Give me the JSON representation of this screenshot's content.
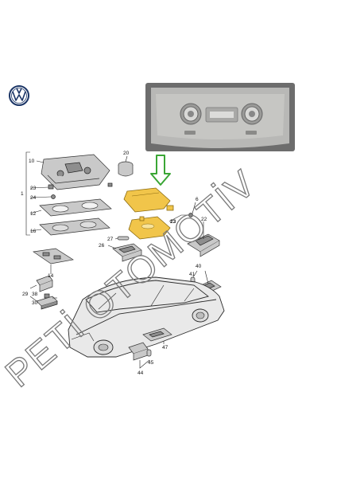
{
  "brand": {
    "logo_icon": "volkswagen-logo-icon"
  },
  "watermark": {
    "text": "PETİ OTOMOTİV",
    "color": "#7a7a7a"
  },
  "arrow": {
    "color": "#3aa635",
    "icon": "down-arrow-icon"
  },
  "highlight_color": "#f1c54a",
  "callouts": {
    "c1": "1",
    "c10": "10",
    "c23a": "23",
    "c24": "24",
    "c12": "12",
    "c16": "16",
    "c14": "14",
    "c20": "20",
    "c23b": "23",
    "c6": "6",
    "c22": "22",
    "c27": "27",
    "c26": "26",
    "c40": "40",
    "c41": "41",
    "c29": "29",
    "c38": "38",
    "c30": "30",
    "c47": "47",
    "c45": "45",
    "c44": "44"
  }
}
